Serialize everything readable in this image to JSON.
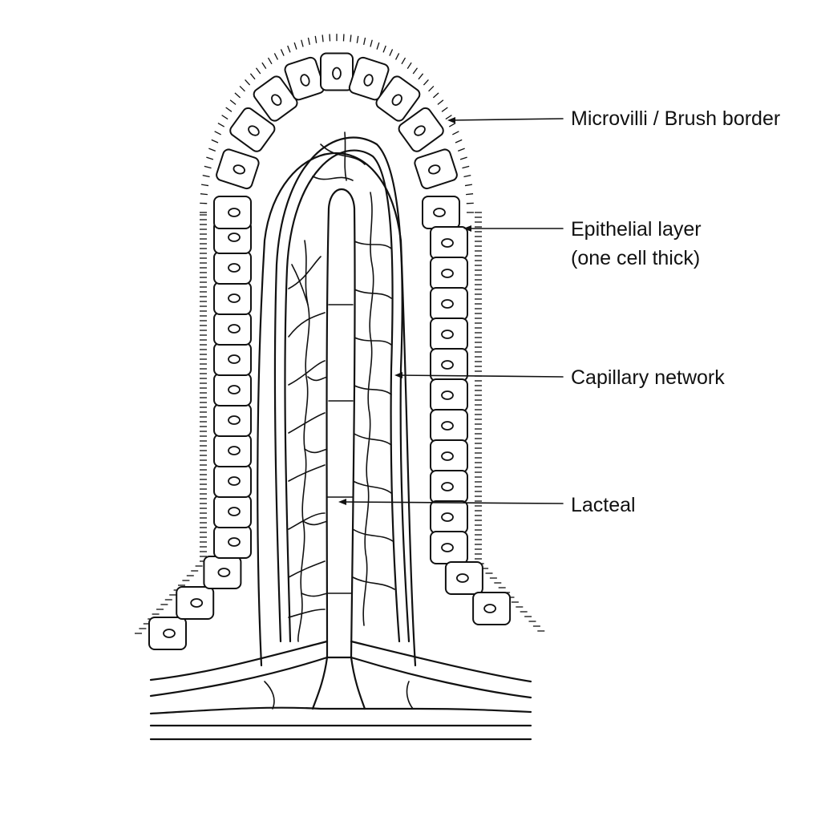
{
  "labels": {
    "microvilli": "Microvilli / Brush border",
    "epithelial_line1": "Epithelial layer",
    "epithelial_line2": "(one cell thick)",
    "capillary": "Capillary network",
    "lacteal": "Lacteal"
  },
  "colors": {
    "line": "#111111",
    "background": "#ffffff"
  }
}
